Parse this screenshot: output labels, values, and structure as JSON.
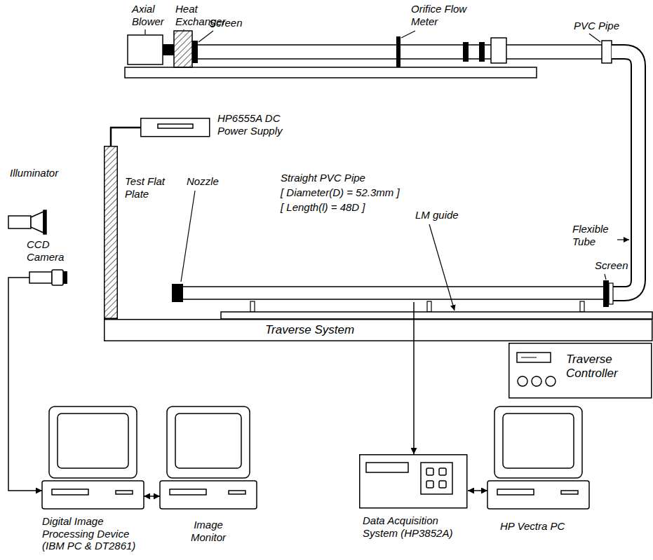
{
  "diagram": {
    "nodes": [
      {
        "text": [
          "Traverse System"
        ]
      },
      {
        "text": [
          "Traverse Controller"
        ]
      },
      {
        "text": [
          "CCD Camera"
        ]
      },
      {
        "text": [
          "Digital Image Processing Device (IBM PC & DT2861)"
        ]
      },
      {
        "text": [
          "Image Monitor"
        ]
      },
      {
        "text": [
          "Data Acquisition System (HP3852A)"
        ]
      },
      {
        "text": [
          "HP Vectra PC"
        ]
      },
      {
        "text": [
          "HP6555A DC Power Supply"
        ]
      },
      {
        "text": [
          "Test Flat Plate"
        ]
      },
      {
        "text": [
          "Straight PVC Pipe",
          "[ Diameter(D) = 52.3mm ]",
          "[ Length(l) = 48D ]"
        ]
      }
    ],
    "edges": [
      {
        "from": 2,
        "to": 3,
        "arrow": "to"
      },
      {
        "from": 3,
        "to": 4,
        "arrow": "both"
      },
      {
        "from": 5,
        "to": 6,
        "arrow": "both"
      },
      {
        "from": 9,
        "to": 5,
        "arrow": "to"
      },
      {
        "from": 7,
        "to": 8,
        "arrow": "none"
      }
    ],
    "labels": [
      "Axial Blower",
      "Heat Exchanger",
      "Screen",
      "Orifice Flow Meter",
      "PVC Pipe",
      "Flexible Tube",
      "Illuminator",
      "Nozzle",
      "LM guide",
      "Screen"
    ]
  }
}
